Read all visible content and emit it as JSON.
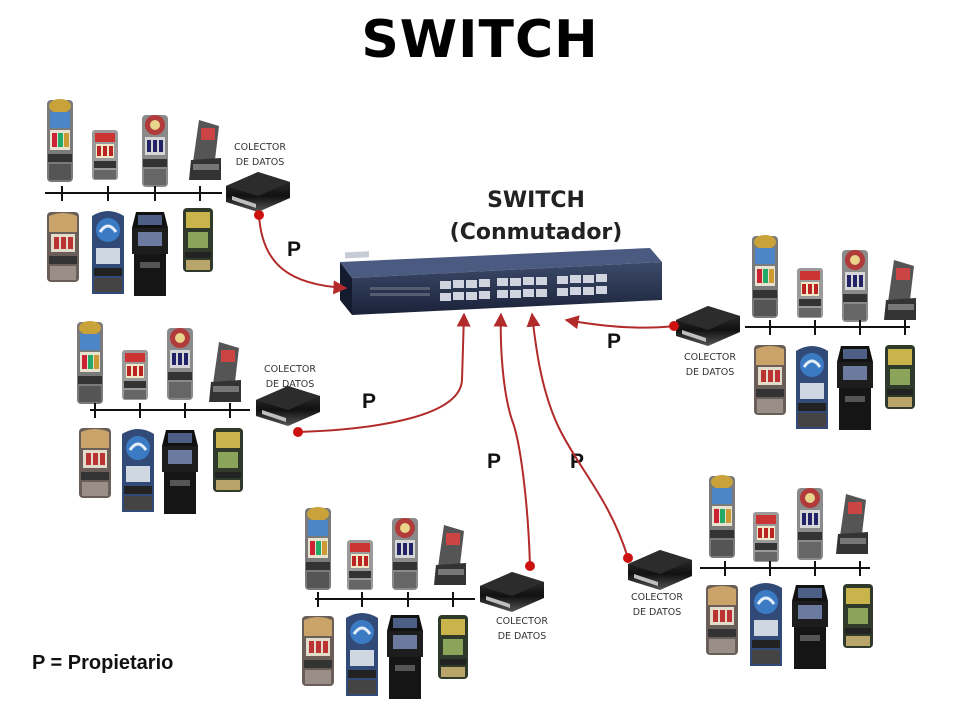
{
  "title": "SWITCH",
  "switch_label_line1": "SWITCH",
  "switch_label_line2": "(Conmutador)",
  "collector_line1": "COLECTOR",
  "collector_line2": "DE DATOS",
  "proprietary_label": "P",
  "legend": "P = Propietario",
  "colors": {
    "connection": "#b22a2a",
    "endpoint": "#cc1111",
    "switch_body": "#1f2a44"
  }
}
